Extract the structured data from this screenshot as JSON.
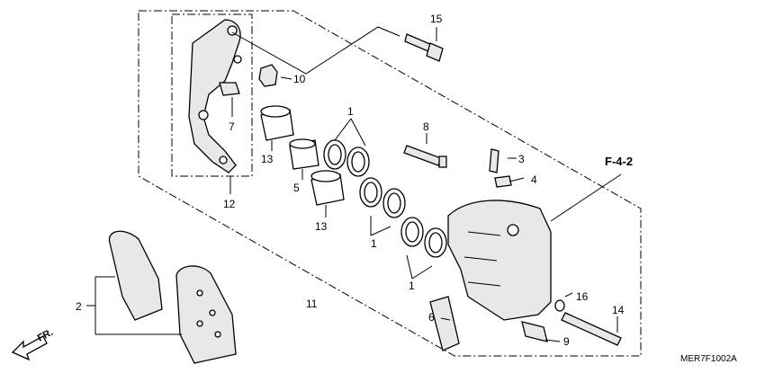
{
  "diagram": {
    "callouts": {
      "c1a": "1",
      "c1b": "1",
      "c1c": "1",
      "c2": "2",
      "c3": "3",
      "c4": "4",
      "c5": "5",
      "c6": "6",
      "c7": "7",
      "c8": "8",
      "c9": "9",
      "c10": "10",
      "c11": "11",
      "c12": "12",
      "c13a": "13",
      "c13b": "13",
      "c14": "14",
      "c15": "15",
      "c16": "16"
    },
    "reference": "F-4-2",
    "front_marker": "FR.",
    "drawing_code": "MER7F1002A"
  }
}
